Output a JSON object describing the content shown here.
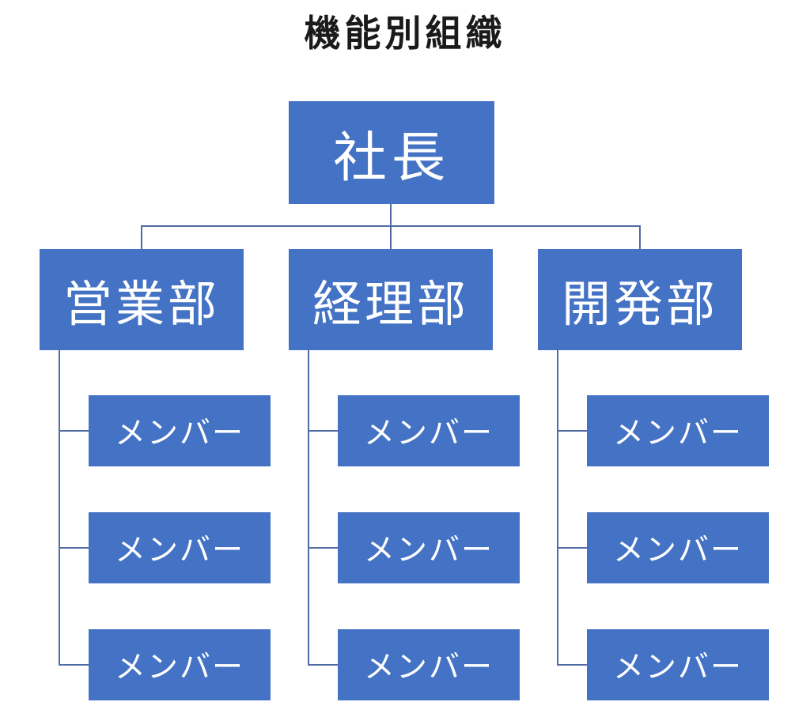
{
  "title": "機能別組織",
  "colors": {
    "box_fill": "#4472C4",
    "box_text": "#FFFFFF",
    "connector": "#4E6BA3",
    "title_text": "#1A1A1A",
    "background": "#FFFFFF"
  },
  "org": {
    "root": {
      "label": "社長"
    },
    "departments": [
      {
        "label": "営業部",
        "members": [
          "メンバー",
          "メンバー",
          "メンバー"
        ]
      },
      {
        "label": "経理部",
        "members": [
          "メンバー",
          "メンバー",
          "メンバー"
        ]
      },
      {
        "label": "開発部",
        "members": [
          "メンバー",
          "メンバー",
          "メンバー"
        ]
      }
    ]
  }
}
